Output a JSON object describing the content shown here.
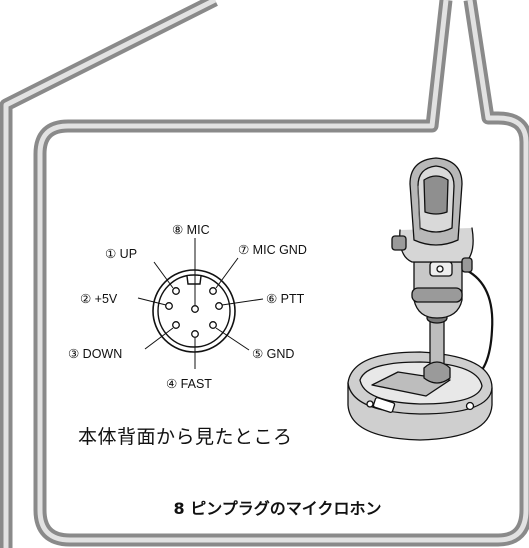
{
  "connector": {
    "pins": [
      {
        "label": "① UP"
      },
      {
        "label": "⑧ MIC"
      },
      {
        "label": "⑦ MIC GND"
      },
      {
        "label": "② +5V"
      },
      {
        "label": "⑥ PTT"
      },
      {
        "label": "③ DOWN"
      },
      {
        "label": "⑤ GND"
      },
      {
        "label": "④ FAST"
      }
    ]
  },
  "caption": "本体背面から見たところ",
  "title": "8 ピンプラグのマイクロホン",
  "colors": {
    "frame": "#8a8a8a",
    "frame_inner": "#d6d6d6",
    "ink": "#111111"
  }
}
